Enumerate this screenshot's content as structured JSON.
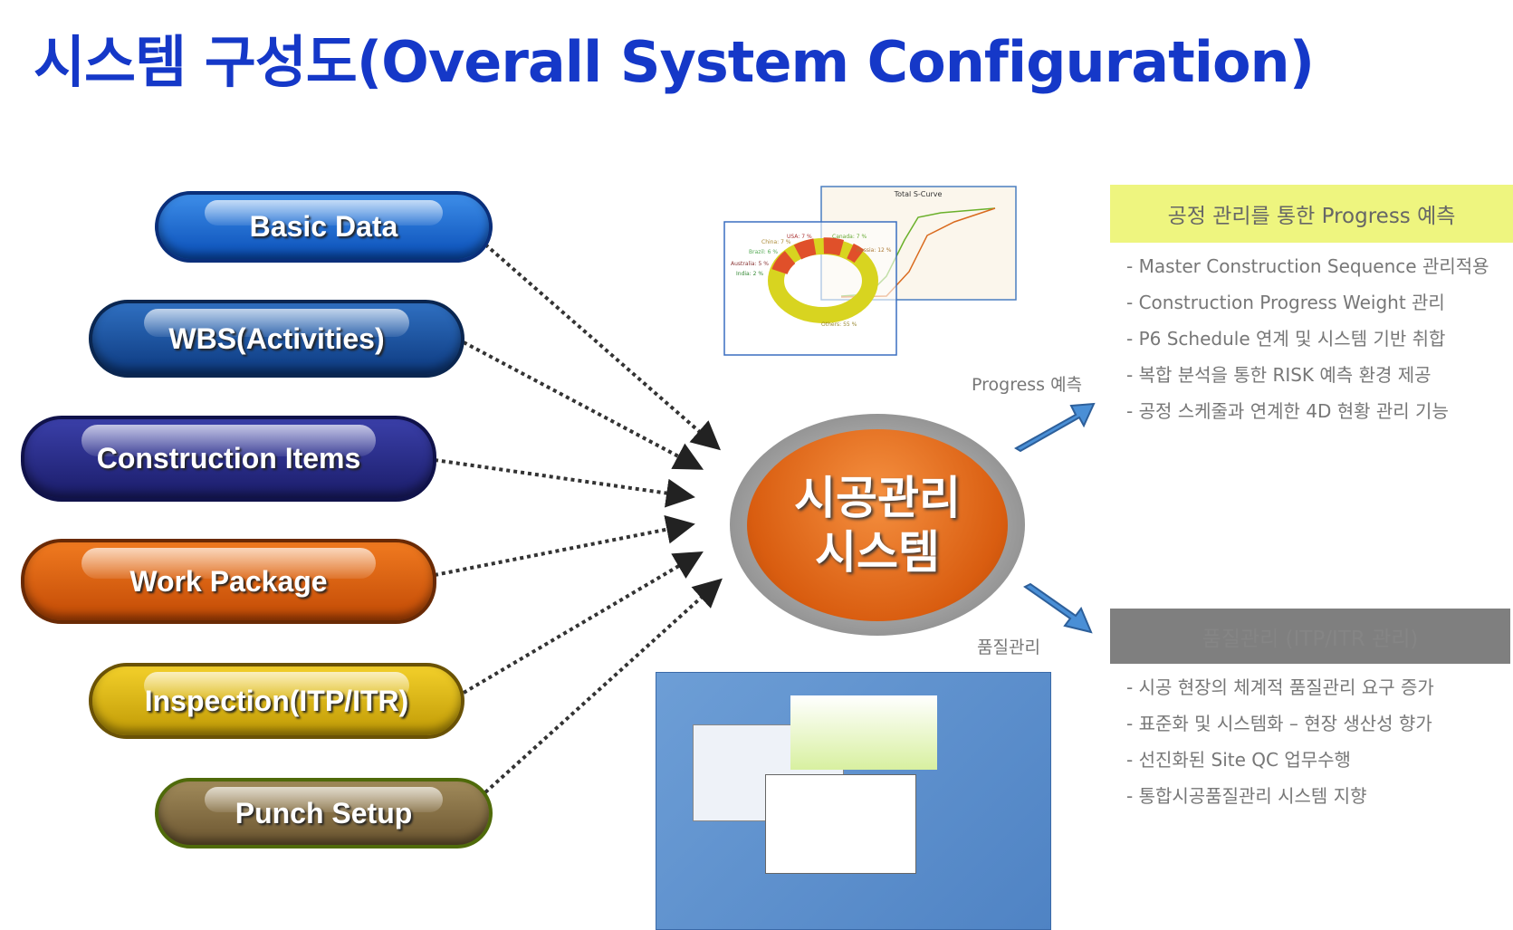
{
  "title": "시스템 구성도(Overall System Configuration)",
  "inputs": [
    {
      "label": "Basic Data"
    },
    {
      "label": "WBS(Activities)"
    },
    {
      "label": "Construction Items"
    },
    {
      "label": "Work Package"
    },
    {
      "label": "Inspection(ITP/ITR)"
    },
    {
      "label": "Punch Setup"
    }
  ],
  "center": {
    "line1": "시공관리",
    "line2": "시스템"
  },
  "progress": {
    "arrow_label": "Progress 예측",
    "header": "공정 관리를 통한 Progress 예측",
    "items": [
      "- Master Construction Sequence 관리적용",
      "- Construction Progress Weight 관리",
      "- P6 Schedule 연계 및 시스템 기반 취합",
      "- 복합 분석을 통한 RISK 예측 환경 제공",
      "- 공정 스케줄과 연계한 4D 현황 관리 기능"
    ]
  },
  "quality": {
    "arrow_label": "품질관리",
    "header": "품질관리 (ITP/ITR 관리)",
    "items": [
      "- 시공 현장의 체계적 품질관리 요구 증가",
      "- 표준화 및 시스템화 – 현장 생산성 향가",
      "- 선진화된 Site QC 업무수행",
      "- 통합시공품질관리 시스템 지향"
    ]
  },
  "chart_thumb": {
    "title": "Total S-Curve",
    "donut_labels": [
      "USA: 7 %",
      "China: 7 %",
      "Brazil: 6 %",
      "Australia: 5 %",
      "India: 2 %",
      "Canada: 7 %",
      "Russia: 12 %",
      "Others: 55 %"
    ]
  }
}
